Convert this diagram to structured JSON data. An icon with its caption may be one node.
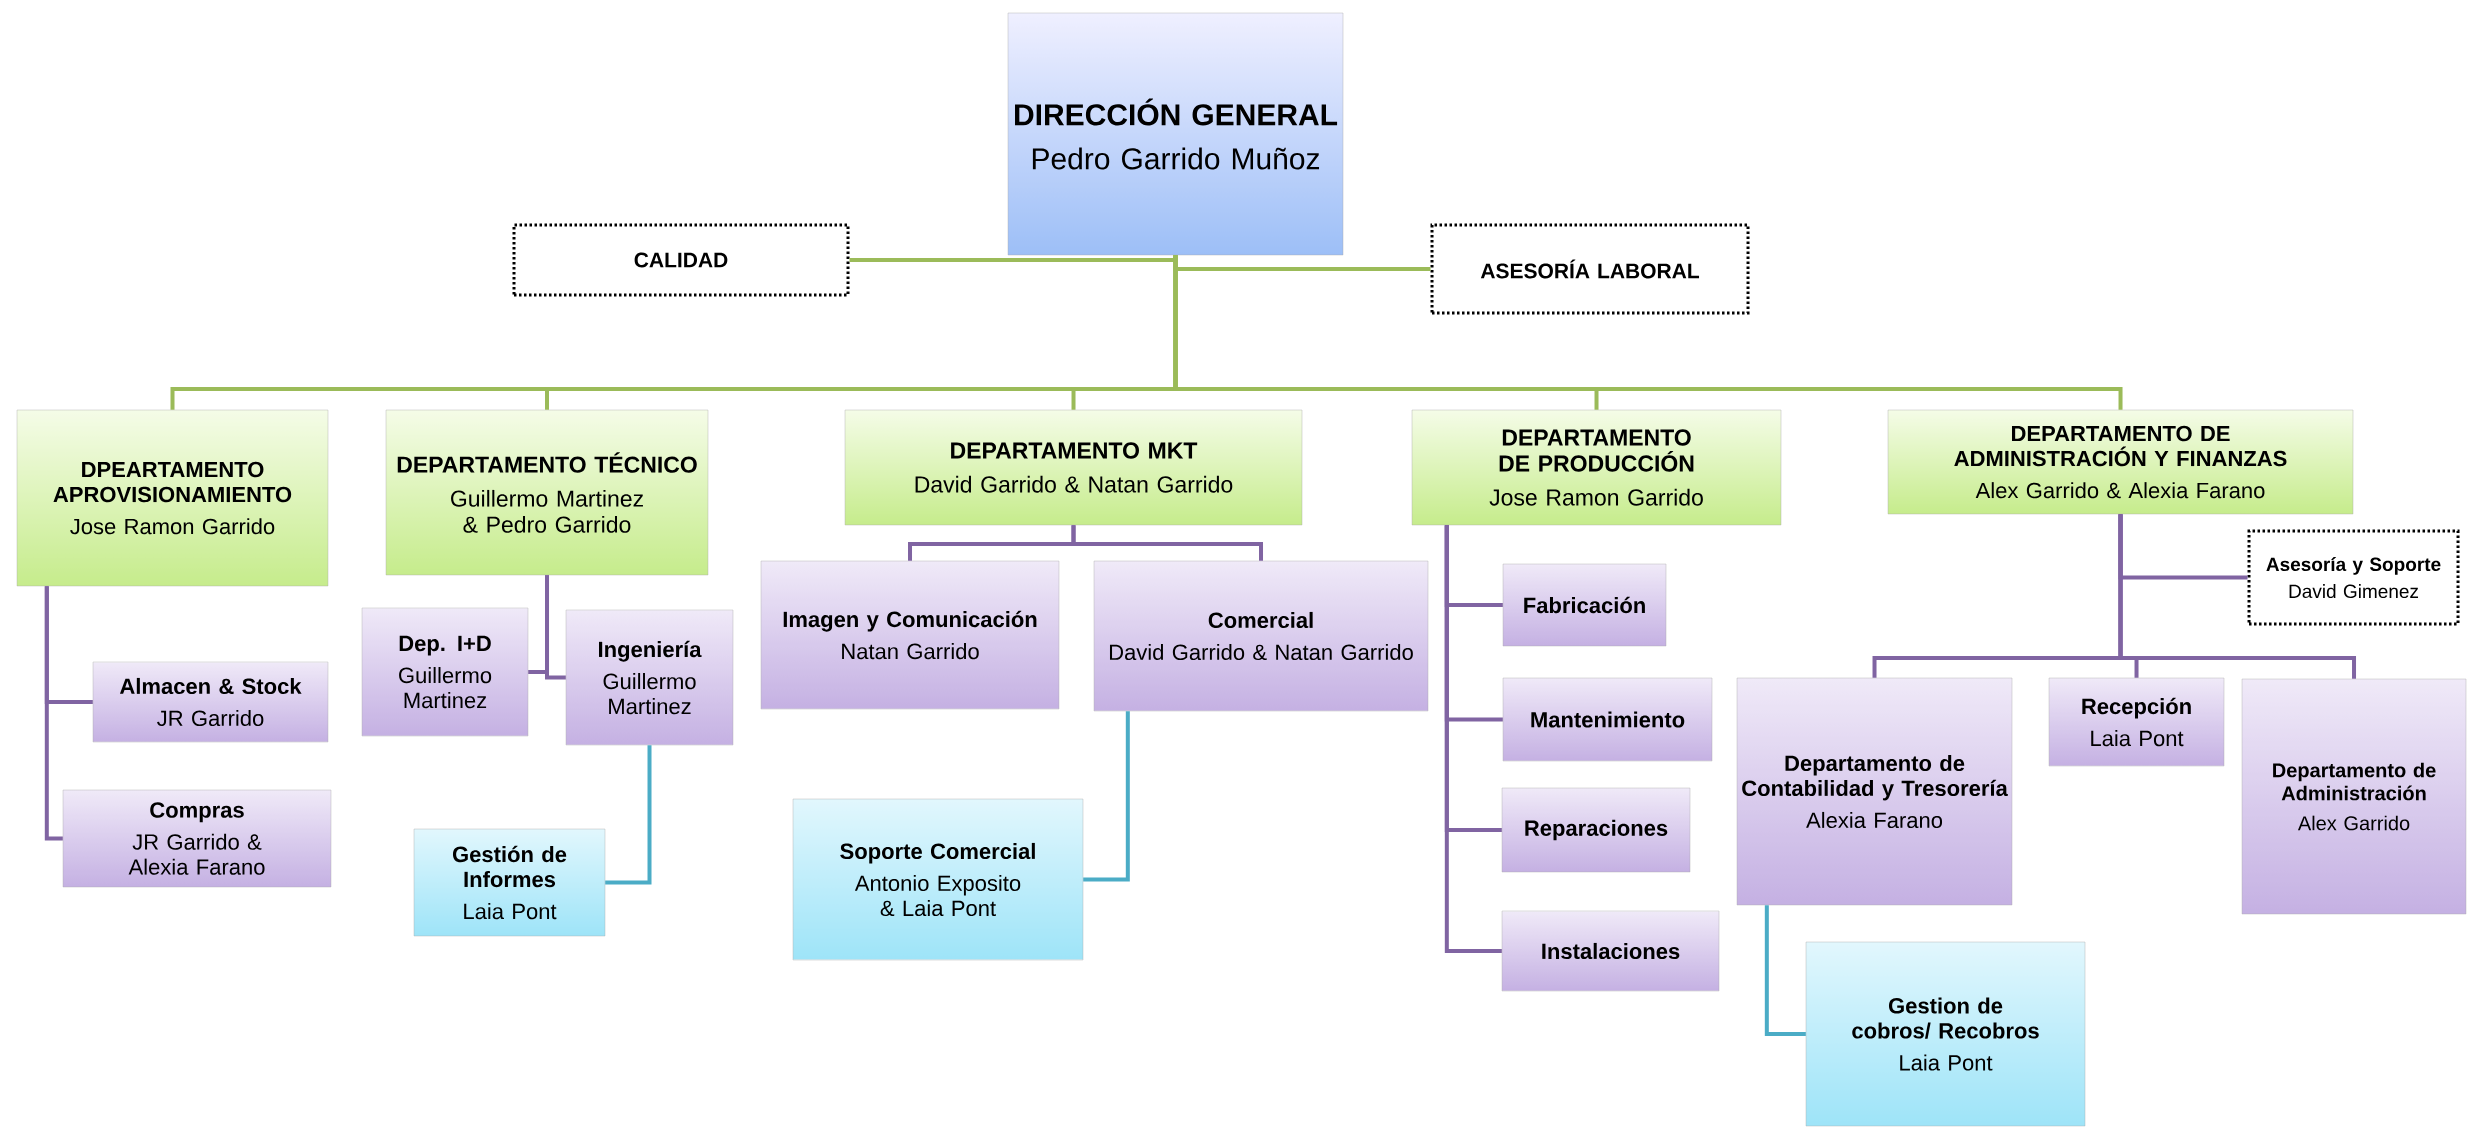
{
  "diagram": {
    "nodes": [
      {
        "text": [
          "DIRECCIÓN GENERAL",
          "Pedro Garrido Muñoz"
        ]
      },
      {
        "text": [
          "CALIDAD"
        ]
      },
      {
        "text": [
          "ASESORÍA LABORAL"
        ]
      },
      {
        "text": [
          "DPEARTAMENTO APROVISIONAMIENTO",
          "Jose Ramon Garrido"
        ]
      },
      {
        "text": [
          "DEPARTAMENTO TÉCNICO",
          "Guillermo Martinez & Pedro Garrido"
        ]
      },
      {
        "text": [
          "DEPARTAMENTO  MKT",
          "David Garrido & Natan Garrido"
        ]
      },
      {
        "text": [
          "DEPARTAMENTO DE PRODUCCIÓN",
          "Jose Ramon Garrido"
        ]
      },
      {
        "text": [
          "DEPARTAMENTO DE ADMINISTRACIÓN Y FINANZAS",
          "Alex Garrido & Alexia Farano"
        ]
      },
      {
        "text": [
          "Almacen & Stock",
          "JR Garrido"
        ]
      },
      {
        "text": [
          "Compras",
          "JR Garrido & Alexia Farano"
        ]
      },
      {
        "text": [
          "Dep. I+D",
          "Guillermo Martinez"
        ]
      },
      {
        "text": [
          "Ingeniería",
          "Guillermo Martinez"
        ]
      },
      {
        "text": [
          "Gestión de Informes",
          "Laia Pont"
        ]
      },
      {
        "text": [
          "Imagen y Comunicación",
          "Natan Garrido"
        ]
      },
      {
        "text": [
          "Comercial",
          "David  Garrido & Natan Garrido"
        ]
      },
      {
        "text": [
          "Soporte Comercial",
          "Antonio Exposito & Laia Pont"
        ]
      },
      {
        "text": [
          "Fabricación"
        ]
      },
      {
        "text": [
          "Mantenimiento"
        ]
      },
      {
        "text": [
          "Reparaciones"
        ]
      },
      {
        "text": [
          "Instalaciones"
        ]
      },
      {
        "text": [
          "Asesoría y Soporte",
          "David Gimenez"
        ]
      },
      {
        "text": [
          "Departamento de Contabilidad y Tresorería",
          "Alexia Farano"
        ]
      },
      {
        "text": [
          "Recepción",
          "Laia Pont"
        ]
      },
      {
        "text": [
          "Departamento de Administración",
          "Alex Garrido"
        ]
      },
      {
        "text": [
          "Gestion de cobros/ Recobros",
          "Laia Pont"
        ]
      }
    ],
    "edges": [
      {
        "from": 0,
        "to": 1,
        "arrow": "none",
        "color": "#9bbb59"
      },
      {
        "from": 0,
        "to": 2,
        "arrow": "none",
        "color": "#9bbb59"
      },
      {
        "from": 0,
        "to": 3,
        "arrow": "none",
        "color": "#9bbb59"
      },
      {
        "from": 0,
        "to": 4,
        "arrow": "none",
        "color": "#9bbb59"
      },
      {
        "from": 0,
        "to": 5,
        "arrow": "none",
        "color": "#9bbb59"
      },
      {
        "from": 0,
        "to": 6,
        "arrow": "none",
        "color": "#9bbb59"
      },
      {
        "from": 0,
        "to": 7,
        "arrow": "none",
        "color": "#9bbb59"
      },
      {
        "from": 3,
        "to": 8,
        "arrow": "none"
      },
      {
        "from": 3,
        "to": 9,
        "arrow": "none"
      },
      {
        "from": 4,
        "to": 10,
        "arrow": "none"
      },
      {
        "from": 4,
        "to": 11,
        "arrow": "none"
      },
      {
        "from": 11,
        "to": 12,
        "arrow": "none",
        "color": "#4bacc6"
      },
      {
        "from": 5,
        "to": 13,
        "arrow": "none"
      },
      {
        "from": 5,
        "to": 14,
        "arrow": "none"
      },
      {
        "from": 14,
        "to": 15,
        "arrow": "none",
        "color": "#4bacc6"
      },
      {
        "from": 6,
        "to": 16,
        "arrow": "none"
      },
      {
        "from": 6,
        "to": 17,
        "arrow": "none"
      },
      {
        "from": 6,
        "to": 18,
        "arrow": "none"
      },
      {
        "from": 6,
        "to": 19,
        "arrow": "none"
      },
      {
        "from": 7,
        "to": 20,
        "arrow": "none"
      },
      {
        "from": 7,
        "to": 21,
        "arrow": "none"
      },
      {
        "from": 7,
        "to": 22,
        "arrow": "none"
      },
      {
        "from": 7,
        "to": 23,
        "arrow": "none"
      },
      {
        "from": 21,
        "to": 24,
        "arrow": "none",
        "color": "#4bacc6"
      }
    ]
  }
}
